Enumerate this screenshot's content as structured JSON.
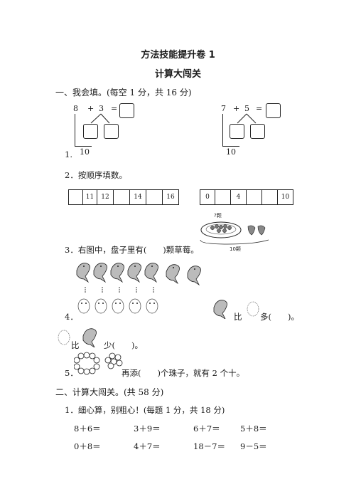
{
  "header": {
    "title": "方法技能提升卷 1",
    "subtitle": "计算大闯关"
  },
  "section1": {
    "heading": "一、我会填。(每空 1 分，共 16 分)",
    "q1": {
      "num": "1.",
      "left": {
        "a": "8",
        "op": "+",
        "b": "3",
        "eq": "=",
        "ten": "10"
      },
      "right": {
        "a": "7",
        "op": "+",
        "b": "5",
        "eq": "=",
        "ten": "10"
      }
    },
    "q2": {
      "label": "2．按顺序填数。",
      "seq1": [
        "",
        "11",
        "12",
        "",
        "14",
        "",
        "16"
      ],
      "seq2": [
        "0",
        "",
        "4",
        "",
        "",
        "10"
      ]
    },
    "q3": {
      "label": "3．右图中，盘子里有(　　)颗草莓。",
      "unknown": "?颗",
      "total": "10颗"
    },
    "q4": {
      "num": "4．",
      "t1": "比",
      "t2": "多(　　)。",
      "t3": "比",
      "t4": "少(　　)。"
    },
    "q5": {
      "num": "5．",
      "text": "再添(　　)个珠子，就有 2 个十。"
    }
  },
  "section2": {
    "heading": "二、计算大闯关。(共 58 分)",
    "q1_label": "1．细心算，别粗心！(每题 1 分，共 18 分)",
    "rows": [
      [
        "8＋6＝",
        "3＋9＝",
        "6＋7＝",
        "5＋8＝"
      ],
      [
        "0＋8＝",
        "4＋7＝",
        "18－7＝",
        "9－5＝"
      ]
    ]
  }
}
